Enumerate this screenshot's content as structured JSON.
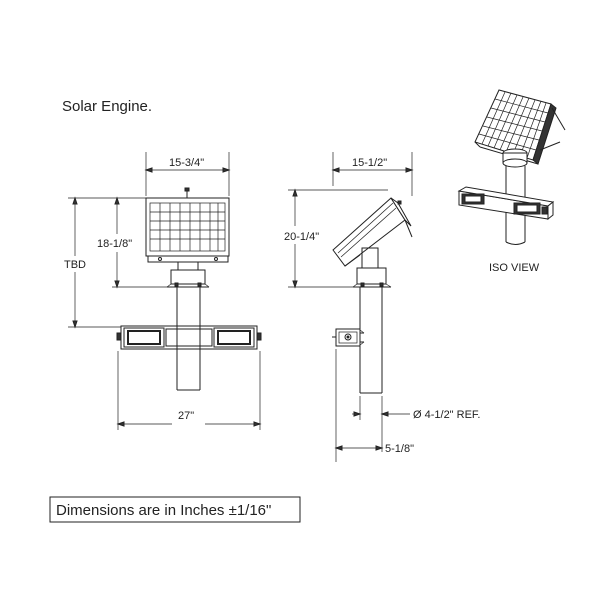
{
  "title": "Solar Engine.",
  "dims": {
    "front_width": "15-3/4\"",
    "front_height": "18-1/8\"",
    "front_total": "TBD",
    "front_arm": "27\"",
    "side_width": "15-1/2\"",
    "side_height": "20-1/4\"",
    "side_diameter": "Ø 4-1/2\" REF.",
    "side_offset": "5-1/8\""
  },
  "iso_label": "ISO VIEW",
  "note": {
    "prefix": "Dimensions are in Inches ",
    "pm": "±",
    "value": "1/16\""
  }
}
